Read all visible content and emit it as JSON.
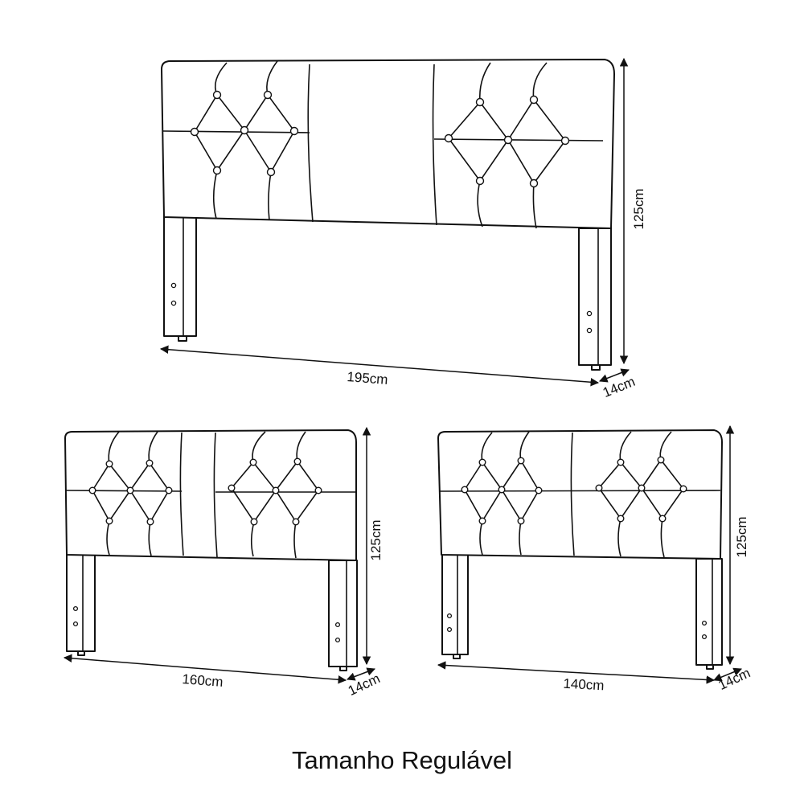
{
  "caption": "Tamanho Regulável",
  "headboards": [
    {
      "width_label": "195cm",
      "height_label": "125cm",
      "depth_label": "14cm"
    },
    {
      "width_label": "160cm",
      "height_label": "125cm",
      "depth_label": "14cm"
    },
    {
      "width_label": "140cm",
      "height_label": "125cm",
      "depth_label": "14cm"
    }
  ]
}
